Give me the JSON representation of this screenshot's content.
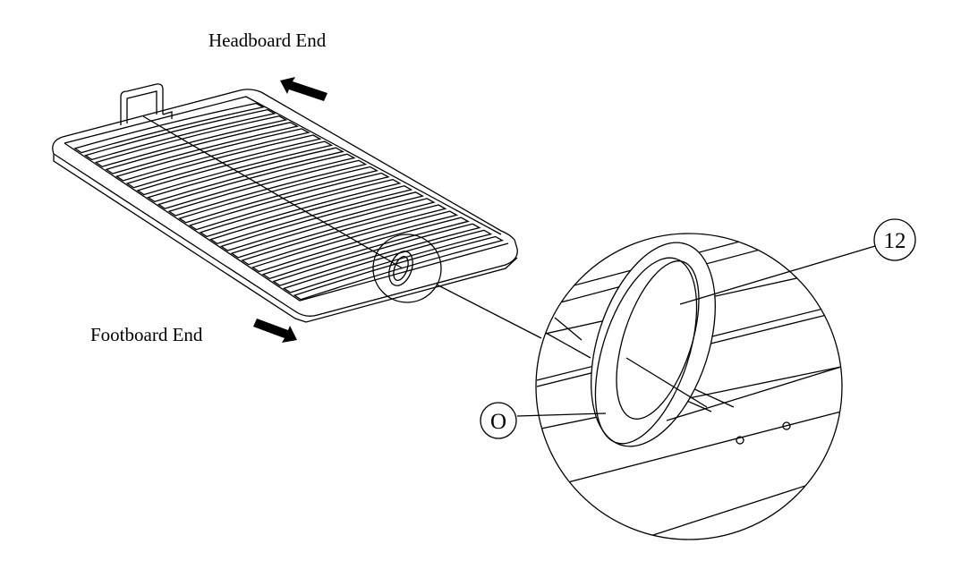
{
  "labels": {
    "headboard": "Headboard End",
    "footboard": "Footboard End"
  },
  "callouts": {
    "part_a": "12",
    "part_b": "O"
  },
  "colors": {
    "ink": "#000000",
    "background": "#ffffff"
  }
}
